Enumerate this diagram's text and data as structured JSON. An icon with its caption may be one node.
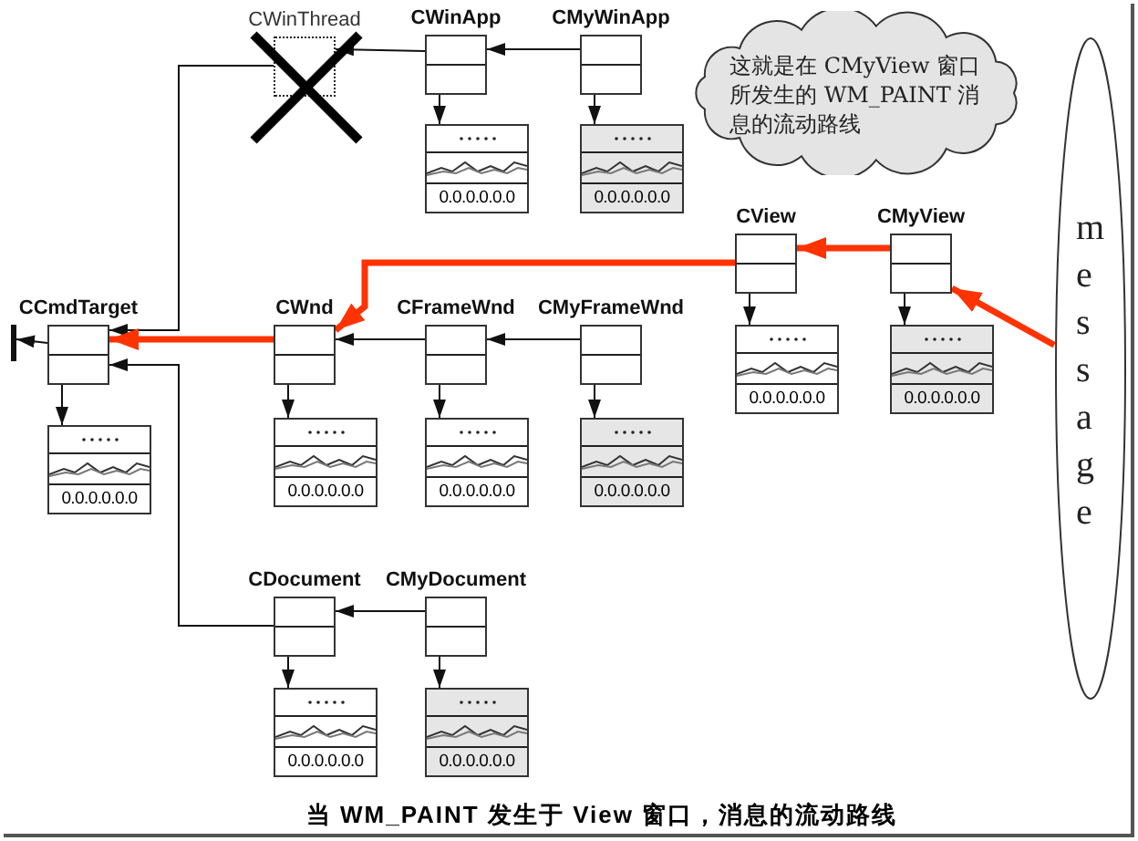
{
  "diagram": {
    "caption": "当 WM_PAINT 发生于 View 窗口，消息的流动路线",
    "nodes": [
      {
        "text": [
          "CCmdTarget"
        ]
      },
      {
        "text": [
          "0.0.0.0.0.0"
        ]
      },
      {
        "text": [
          "CWinThread"
        ]
      },
      {
        "text": [
          "CWinApp"
        ]
      },
      {
        "text": [
          "0.0.0.0.0.0"
        ]
      },
      {
        "text": [
          "CMyWinApp"
        ]
      },
      {
        "text": [
          "0.0.0.0.0.0"
        ]
      },
      {
        "text": [
          "这就是在 CMyView 窗口所发生的 WM_PAINT 消息的流动路线"
        ]
      },
      {
        "text": [
          "CView"
        ]
      },
      {
        "text": [
          "0.0.0.0.0.0"
        ]
      },
      {
        "text": [
          "CMyView"
        ]
      },
      {
        "text": [
          "0.0.0.0.0.0"
        ]
      },
      {
        "text": [
          "CWnd"
        ]
      },
      {
        "text": [
          "0.0.0.0.0.0"
        ]
      },
      {
        "text": [
          "CFrameWnd"
        ]
      },
      {
        "text": [
          "0.0.0.0.0.0"
        ]
      },
      {
        "text": [
          "CMyFrameWnd"
        ]
      },
      {
        "text": [
          "0.0.0.0.0.0"
        ]
      },
      {
        "text": [
          "CDocument"
        ]
      },
      {
        "text": [
          "0.0.0.0.0.0"
        ]
      },
      {
        "text": [
          "CMyDocument"
        ]
      },
      {
        "text": [
          "0.0.0.0.0.0"
        ]
      },
      {
        "text": [
          "message"
        ]
      },
      {
        "text": [],
        "shape": "bar"
      }
    ],
    "edges": [
      {
        "from": 0,
        "to": 23,
        "arrow": "to"
      },
      {
        "from": 0,
        "to": 1,
        "arrow": "to"
      },
      {
        "from": 2,
        "to": 0,
        "arrow": "to"
      },
      {
        "from": 3,
        "to": 2,
        "arrow": "to"
      },
      {
        "from": 3,
        "to": 4,
        "arrow": "to"
      },
      {
        "from": 5,
        "to": 3,
        "arrow": "to"
      },
      {
        "from": 5,
        "to": 6,
        "arrow": "to"
      },
      {
        "from": 8,
        "to": 9,
        "arrow": "to"
      },
      {
        "from": 10,
        "to": 8,
        "arrow": "to",
        "style": "thick",
        "color": "#ff3300"
      },
      {
        "from": 10,
        "to": 11,
        "arrow": "to"
      },
      {
        "from": 22,
        "to": 10,
        "arrow": "to",
        "style": "thick",
        "color": "#ff3300"
      },
      {
        "from": 8,
        "to": 12,
        "arrow": "to",
        "style": "thick",
        "color": "#ff3300"
      },
      {
        "from": 12,
        "to": 0,
        "arrow": "to",
        "style": "thick",
        "color": "#ff3300"
      },
      {
        "from": 12,
        "to": 13,
        "arrow": "to"
      },
      {
        "from": 14,
        "to": 12,
        "arrow": "to"
      },
      {
        "from": 14,
        "to": 15,
        "arrow": "to"
      },
      {
        "from": 16,
        "to": 14,
        "arrow": "to"
      },
      {
        "from": 16,
        "to": 17,
        "arrow": "to"
      },
      {
        "from": 18,
        "to": 0,
        "arrow": "to"
      },
      {
        "from": 18,
        "to": 19,
        "arrow": "to"
      },
      {
        "from": 20,
        "to": 18,
        "arrow": "to"
      },
      {
        "from": 20,
        "to": 21,
        "arrow": "to"
      }
    ]
  }
}
